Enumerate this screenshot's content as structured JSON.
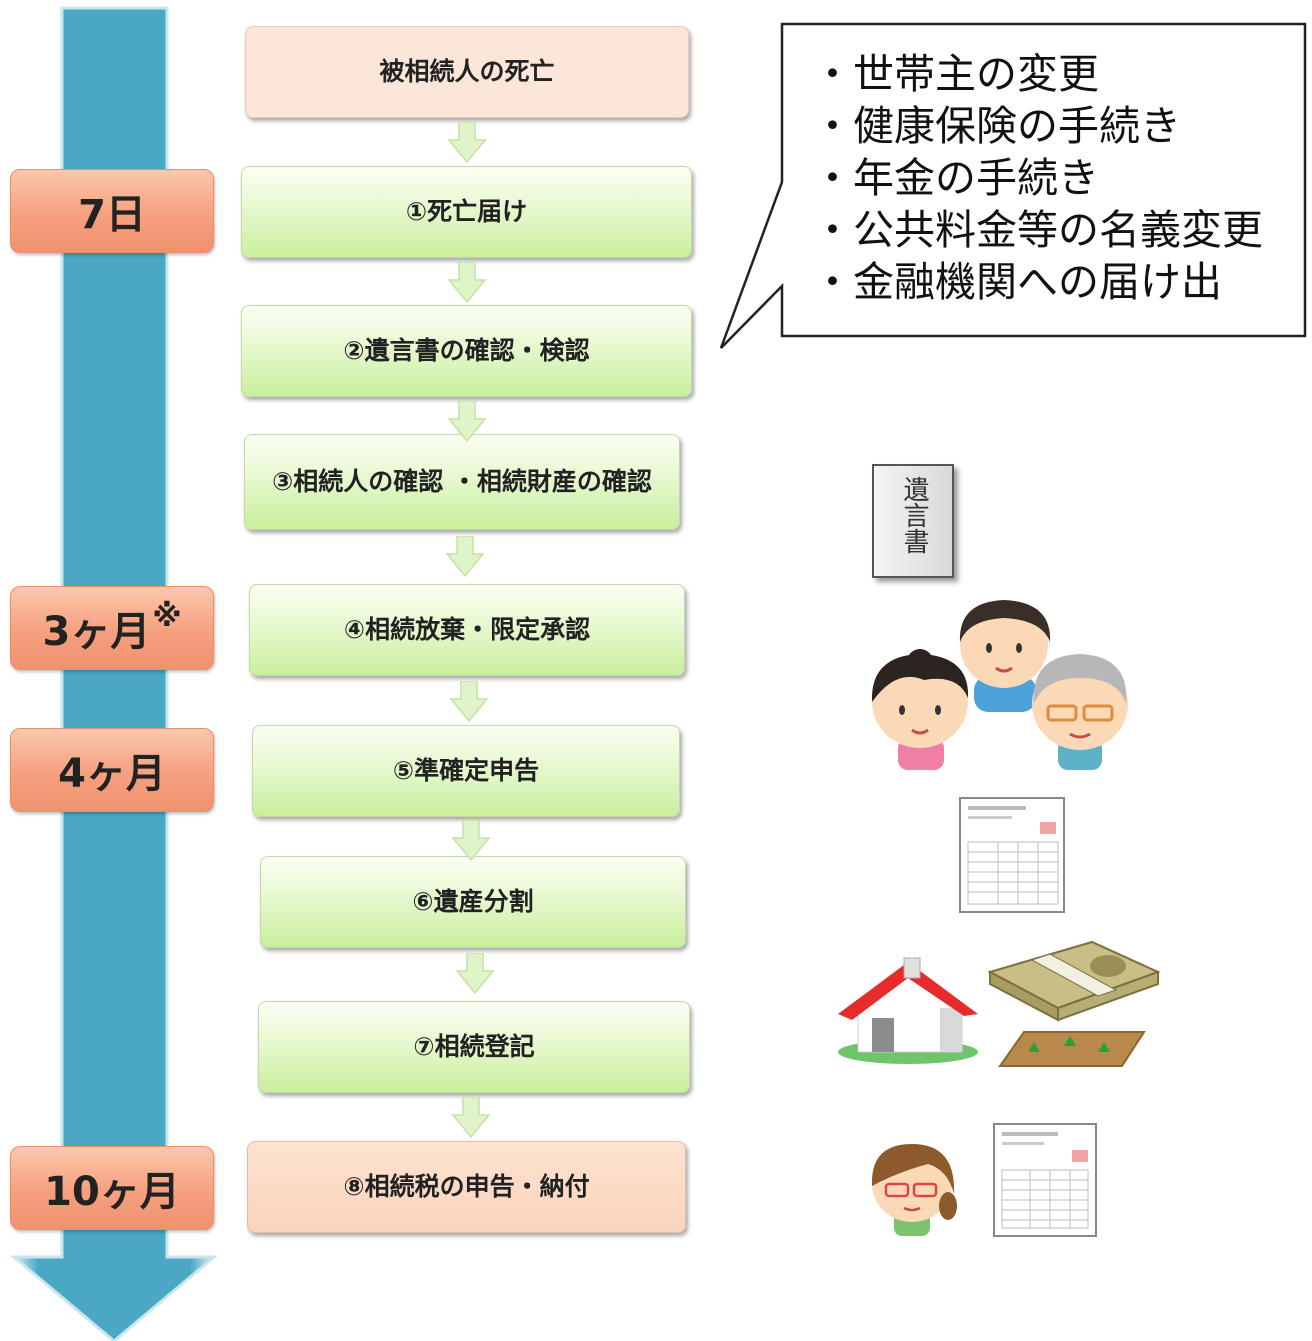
{
  "timeline": {
    "labels": [
      {
        "text": "7日"
      },
      {
        "text": "3ヶ月",
        "mark": "※"
      },
      {
        "text": "4ヶ月"
      },
      {
        "text": "10ヶ月"
      }
    ]
  },
  "steps": [
    "被相続人の死亡",
    "①死亡届け",
    "②遺言書の確認・検認",
    "③相続人の確認 ・相続財産の確認",
    "④相続放棄・限定承認",
    "⑤準確定申告",
    "⑥遺産分割",
    "⑦相続登記",
    "⑧相続税の申告・納付"
  ],
  "callout": {
    "items": [
      "・世帯主の変更",
      "・健康保険の手続き",
      "・年金の手続き",
      "・公共料金等の名義変更",
      "・金融機関への届け出"
    ]
  },
  "illustrations": {
    "will_document": "遺言書",
    "icons": [
      "will-document-icon",
      "family-icon",
      "tax-form-icon",
      "house-icon",
      "money-bundle-icon",
      "land-icon",
      "woman-icon"
    ]
  },
  "colors": {
    "timeline_arrow": "#4aa8c4",
    "time_label": "#f5a07e",
    "step_green": "#dcf5bd",
    "step_peach": "#fbe6d9",
    "step_orange": "#fbd3bb",
    "arrow_green": "#d9f2c0"
  }
}
